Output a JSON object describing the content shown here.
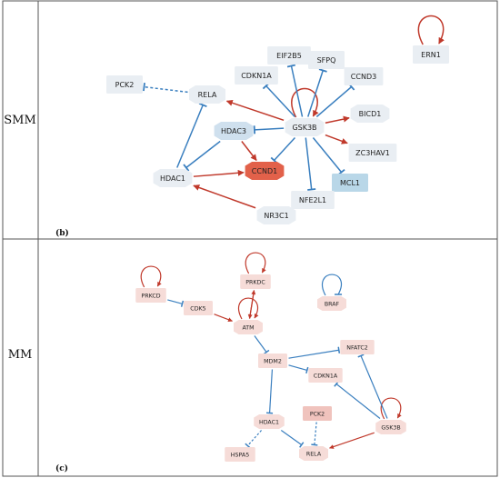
{
  "colors": {
    "activation": "#c0392b",
    "inhibition": "#3a7fbf",
    "node_gray": "#e9eef3",
    "node_blue": "#cfe0ee",
    "node_mcl1": "#b9d7e8",
    "node_ccnd1": "#e2614a",
    "node_pink": "#f6dcd8",
    "node_pink_dark": "#f0c3bd"
  },
  "panels": [
    {
      "row_label": "SMM",
      "panel_label": "(b)",
      "nodes": [
        {
          "id": "ern1",
          "label": "ERN1",
          "shape": "rect",
          "fill": "node_gray",
          "size": "large"
        },
        {
          "id": "pck2",
          "label": "PCK2",
          "shape": "rect",
          "fill": "node_gray",
          "size": "large"
        },
        {
          "id": "rela",
          "label": "RELA",
          "shape": "oct",
          "fill": "node_gray",
          "size": "large"
        },
        {
          "id": "eif2b5",
          "label": "EIF2B5",
          "shape": "rect",
          "fill": "node_gray",
          "size": "large"
        },
        {
          "id": "sfpq",
          "label": "SFPQ",
          "shape": "rect",
          "fill": "node_gray",
          "size": "large"
        },
        {
          "id": "cdkn1a",
          "label": "CDKN1A",
          "shape": "rect",
          "fill": "node_gray",
          "size": "large"
        },
        {
          "id": "ccnd3",
          "label": "CCND3",
          "shape": "rect",
          "fill": "node_gray",
          "size": "large"
        },
        {
          "id": "hdac3",
          "label": "HDAC3",
          "shape": "oct",
          "fill": "node_blue",
          "size": "large"
        },
        {
          "id": "gsk3b",
          "label": "GSK3B",
          "shape": "oct",
          "fill": "node_gray",
          "size": "large"
        },
        {
          "id": "bicd1",
          "label": "BICD1",
          "shape": "oct",
          "fill": "node_gray",
          "size": "large"
        },
        {
          "id": "zc3hav1",
          "label": "ZC3HAV1",
          "shape": "rect",
          "fill": "node_gray",
          "size": "large"
        },
        {
          "id": "hdac1",
          "label": "HDAC1",
          "shape": "oct",
          "fill": "node_gray",
          "size": "large"
        },
        {
          "id": "ccnd1",
          "label": "CCND1",
          "shape": "oct",
          "fill": "node_ccnd1",
          "size": "large"
        },
        {
          "id": "mcl1",
          "label": "MCL1",
          "shape": "rect",
          "fill": "node_mcl1",
          "size": "large"
        },
        {
          "id": "nfe2l1",
          "label": "NFE2L1",
          "shape": "rect",
          "fill": "node_gray",
          "size": "large"
        },
        {
          "id": "nr3c1",
          "label": "NR3C1",
          "shape": "oct",
          "fill": "node_gray",
          "size": "large"
        }
      ],
      "edges": [
        {
          "from": "ern1",
          "to": "ern1",
          "type": "activation",
          "self": true
        },
        {
          "from": "gsk3b",
          "to": "gsk3b",
          "type": "activation",
          "self": true
        },
        {
          "from": "rela",
          "to": "pck2",
          "type": "inhibition",
          "dashed": true
        },
        {
          "from": "hdac1",
          "to": "rela",
          "type": "inhibition"
        },
        {
          "from": "gsk3b",
          "to": "rela",
          "type": "activation"
        },
        {
          "from": "gsk3b",
          "to": "eif2b5",
          "type": "inhibition"
        },
        {
          "from": "gsk3b",
          "to": "sfpq",
          "type": "inhibition"
        },
        {
          "from": "gsk3b",
          "to": "cdkn1a",
          "type": "inhibition"
        },
        {
          "from": "gsk3b",
          "to": "ccnd3",
          "type": "inhibition"
        },
        {
          "from": "gsk3b",
          "to": "hdac3",
          "type": "inhibition"
        },
        {
          "from": "gsk3b",
          "to": "bicd1",
          "type": "activation"
        },
        {
          "from": "gsk3b",
          "to": "zc3hav1",
          "type": "activation"
        },
        {
          "from": "gsk3b",
          "to": "ccnd1",
          "type": "inhibition"
        },
        {
          "from": "gsk3b",
          "to": "mcl1",
          "type": "inhibition"
        },
        {
          "from": "gsk3b",
          "to": "nfe2l1",
          "type": "inhibition"
        },
        {
          "from": "hdac3",
          "to": "hdac1",
          "type": "inhibition"
        },
        {
          "from": "hdac1",
          "to": "ccnd1",
          "type": "activation"
        },
        {
          "from": "hdac3",
          "to": "ccnd1",
          "type": "activation"
        },
        {
          "from": "nr3c1",
          "to": "hdac1",
          "type": "activation"
        }
      ]
    },
    {
      "row_label": "MM",
      "panel_label": "(c)",
      "nodes": [
        {
          "id": "prkcd",
          "label": "PRKCD",
          "shape": "rect",
          "fill": "node_pink",
          "size": "small"
        },
        {
          "id": "cdk5",
          "label": "CDK5",
          "shape": "rect",
          "fill": "node_pink",
          "size": "small"
        },
        {
          "id": "prkdc",
          "label": "PRKDC",
          "shape": "rect",
          "fill": "node_pink",
          "size": "small"
        },
        {
          "id": "atm",
          "label": "ATM",
          "shape": "oct",
          "fill": "node_pink",
          "size": "small"
        },
        {
          "id": "braf",
          "label": "BRAF",
          "shape": "oct",
          "fill": "node_pink",
          "size": "small"
        },
        {
          "id": "mdm2",
          "label": "MDM2",
          "shape": "rect",
          "fill": "node_pink",
          "size": "small"
        },
        {
          "id": "nfatc2",
          "label": "NFATC2",
          "shape": "rect",
          "fill": "node_pink",
          "size": "small"
        },
        {
          "id": "cdkn1a",
          "label": "CDKN1A",
          "shape": "rect",
          "fill": "node_pink",
          "size": "small"
        },
        {
          "id": "hdac1",
          "label": "HDAC1",
          "shape": "oct",
          "fill": "node_pink",
          "size": "small"
        },
        {
          "id": "pck2",
          "label": "PCK2",
          "shape": "rect",
          "fill": "node_pink_dark",
          "size": "small"
        },
        {
          "id": "gsk3b",
          "label": "GSK3B",
          "shape": "oct",
          "fill": "node_pink",
          "size": "small"
        },
        {
          "id": "hspa5",
          "label": "HSPA5",
          "shape": "rect",
          "fill": "node_pink",
          "size": "small"
        },
        {
          "id": "rela",
          "label": "RELA",
          "shape": "oct",
          "fill": "node_pink",
          "size": "small"
        }
      ],
      "edges": [
        {
          "from": "prkcd",
          "to": "prkcd",
          "type": "activation",
          "self": true
        },
        {
          "from": "prkdc",
          "to": "prkdc",
          "type": "activation",
          "self": true
        },
        {
          "from": "braf",
          "to": "braf",
          "type": "inhibition",
          "self": true
        },
        {
          "from": "gsk3b",
          "to": "gsk3b",
          "type": "activation",
          "self": true
        },
        {
          "from": "atm",
          "to": "atm",
          "type": "activation",
          "self": true
        },
        {
          "from": "prkcd",
          "to": "cdk5",
          "type": "inhibition"
        },
        {
          "from": "cdk5",
          "to": "atm",
          "type": "activation"
        },
        {
          "from": "prkdc",
          "to": "atm",
          "type": "activation"
        },
        {
          "from": "atm",
          "to": "prkdc",
          "type": "activation"
        },
        {
          "from": "atm",
          "to": "mdm2",
          "type": "inhibition"
        },
        {
          "from": "mdm2",
          "to": "nfatc2",
          "type": "inhibition"
        },
        {
          "from": "mdm2",
          "to": "cdkn1a",
          "type": "inhibition"
        },
        {
          "from": "mdm2",
          "to": "hdac1",
          "type": "inhibition"
        },
        {
          "from": "gsk3b",
          "to": "nfatc2",
          "type": "inhibition"
        },
        {
          "from": "gsk3b",
          "to": "cdkn1a",
          "type": "inhibition"
        },
        {
          "from": "gsk3b",
          "to": "rela",
          "type": "activation"
        },
        {
          "from": "hdac1",
          "to": "hspa5",
          "type": "inhibition",
          "dashed": true
        },
        {
          "from": "hdac1",
          "to": "rela",
          "type": "inhibition"
        },
        {
          "from": "pck2",
          "to": "rela",
          "type": "inhibition",
          "dashed": true
        }
      ]
    }
  ]
}
